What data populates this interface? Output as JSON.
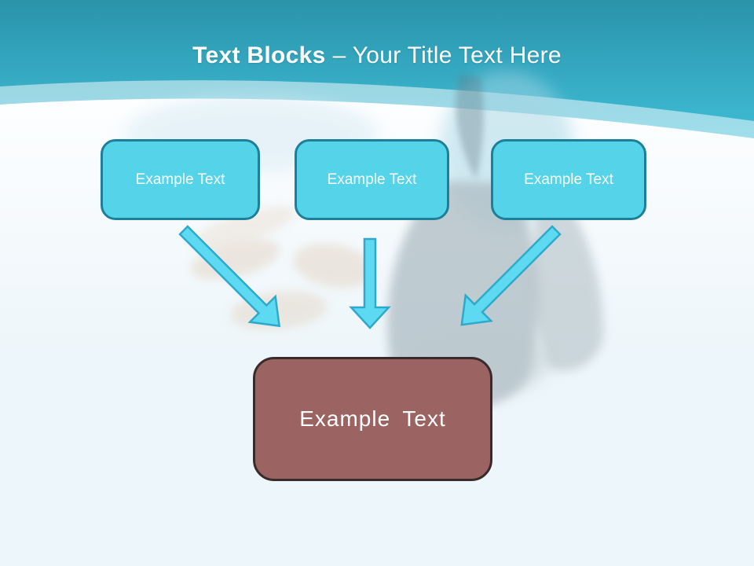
{
  "slide": {
    "title": {
      "bold": "Text Blocks",
      "rest": "– Your Title Text Here"
    },
    "top_boxes": [
      {
        "label": "Example Text"
      },
      {
        "label": "Example Text"
      },
      {
        "label": "Example Text"
      }
    ],
    "bottom_box": {
      "label": "Example Text"
    },
    "colors": {
      "header_top": "#2a93aa",
      "header_bottom": "#47cce7",
      "body_top": "#fdfeff",
      "body_bottom": "#edf6fa",
      "box_fill": "#55d3e9",
      "box_border": "#1d7f99",
      "arrow_fill": "#5ddaf1",
      "arrow_border": "#2ea9cb",
      "bottom_fill": "#9b6463",
      "bottom_border": "#392a2b",
      "title_color": "#ffffff"
    }
  }
}
